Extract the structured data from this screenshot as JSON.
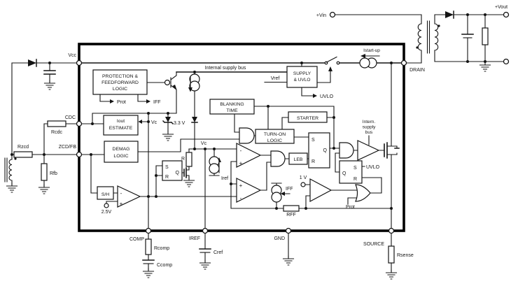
{
  "pins": {
    "vcc": "Vcc",
    "cdc": "CDC",
    "zcdfb": "ZCD/FB",
    "comp": "COMP",
    "iref": "IREF",
    "gnd": "GND",
    "source": "SOURCE",
    "drain": "DRAIN"
  },
  "terminals": {
    "vin": "+Vin",
    "vout": "+Vout",
    "v25": "2.5V",
    "v1": "1 V"
  },
  "external_parts": {
    "rzcd": "Rzcd",
    "rcdc": "Rcdc",
    "rfb": "Rfb",
    "rcomp": "Rcomp",
    "ccomp": "Ccomp",
    "cref": "Cref",
    "rsense": "Rsense"
  },
  "blocks": {
    "protection": [
      "PROTECTION &",
      "FEEDFORWARD",
      "LOGIC"
    ],
    "supply": [
      "SUPPLY",
      "& UVLO"
    ],
    "iout": [
      "Iout",
      "ESTIMATE"
    ],
    "demag": [
      "DEMAG",
      "LOGIC"
    ],
    "blanking": [
      "BLANKING",
      "TIME"
    ],
    "turnon": [
      "TURN-ON",
      "LOGIC"
    ],
    "starter": "STARTER",
    "leb": "LEB",
    "sh": "S/H"
  },
  "signals": {
    "internal_supply_bus": "Internal supply bus",
    "intern_bus": [
      "Intern.",
      "supply",
      "bus"
    ],
    "istartup": "Istart-up",
    "vref": "Vref",
    "uvlo_out": "UVLO",
    "uvlo_gate": "UVLO",
    "prot_out": "Prot",
    "prot_gate": "Prot",
    "iff_out": "IFF",
    "iff_src": "IFF",
    "v33": "3.3 V",
    "vc_in": "Vc",
    "vc_node": "Vc",
    "iref_src": "Iref",
    "r_bias": "R",
    "rff": "RFF",
    "plus": "+",
    "minus": "-"
  },
  "latches": {
    "a": {
      "s": "S",
      "r": "R",
      "q": "Q"
    },
    "b": {
      "s": "S",
      "r": "R",
      "q": "Q"
    },
    "c": {
      "s": "S",
      "r": "R",
      "q": "Q"
    }
  }
}
